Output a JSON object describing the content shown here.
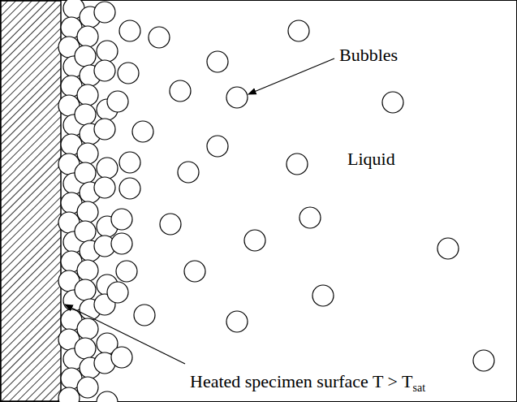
{
  "diagram": {
    "labels": [
      "Bubbles",
      "Liquid",
      "Heated specimen surface T > T",
      "sat"
    ]
  }
}
